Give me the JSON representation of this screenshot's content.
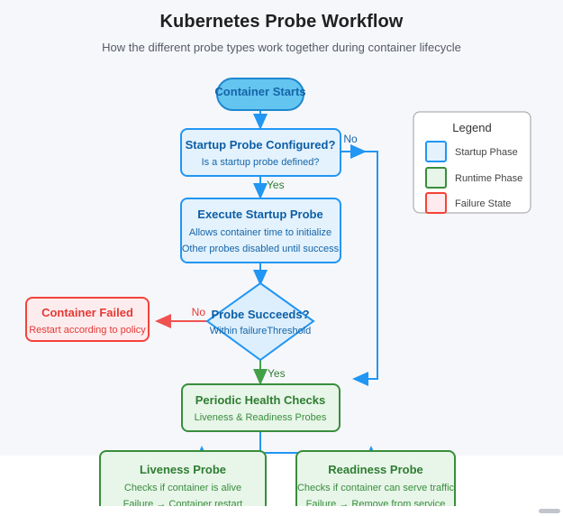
{
  "header": {
    "title": "Kubernetes Probe Workflow",
    "subtitle": "How the different probe types work together during container lifecycle"
  },
  "colors": {
    "canvas_bg": "#f6f7fb",
    "startup_fill": "#e3f2fd",
    "startup_stroke": "#2196f3",
    "start_node_fill": "#64c5f0",
    "runtime_fill": "#e8f5e9",
    "runtime_stroke": "#388e3c",
    "failure_fill": "#ffebee",
    "failure_stroke": "#f44336",
    "edge_blue": "#2196f3",
    "edge_green": "#43a047",
    "edge_red": "#ef5350"
  },
  "nodes": {
    "container_starts": {
      "title": "Container Starts"
    },
    "startup_configured": {
      "title": "Startup Probe Configured?",
      "sub": "Is a startup probe defined?"
    },
    "execute_startup": {
      "title": "Execute Startup Probe",
      "sub1": "Allows container time to initialize",
      "sub2": "Other probes disabled until success"
    },
    "probe_succeeds": {
      "title": "Probe Succeeds?",
      "sub": "Within failureThreshold"
    },
    "container_failed": {
      "title": "Container Failed",
      "sub": "Restart according to policy"
    },
    "periodic_health": {
      "title": "Periodic Health Checks",
      "sub": "Liveness & Readiness Probes"
    },
    "liveness_probe": {
      "title": "Liveness Probe",
      "sub1": "Checks if container is alive",
      "sub2": "Failure → Container restart"
    },
    "readiness_probe": {
      "title": "Readiness Probe",
      "sub1": "Checks if container can serve traffic",
      "sub2": "Failure → Remove from service"
    }
  },
  "edge_labels": {
    "no_startup": "No",
    "yes_startup": "Yes",
    "no_probe": "No",
    "yes_probe": "Yes"
  },
  "legend": {
    "title": "Legend",
    "items": [
      {
        "label": "Startup Phase",
        "fill": "#e3f2fd",
        "stroke": "#2196f3"
      },
      {
        "label": "Runtime Phase",
        "fill": "#e8f5e9",
        "stroke": "#388e3c"
      },
      {
        "label": "Failure State",
        "fill": "#ffebee",
        "stroke": "#f44336"
      }
    ]
  }
}
